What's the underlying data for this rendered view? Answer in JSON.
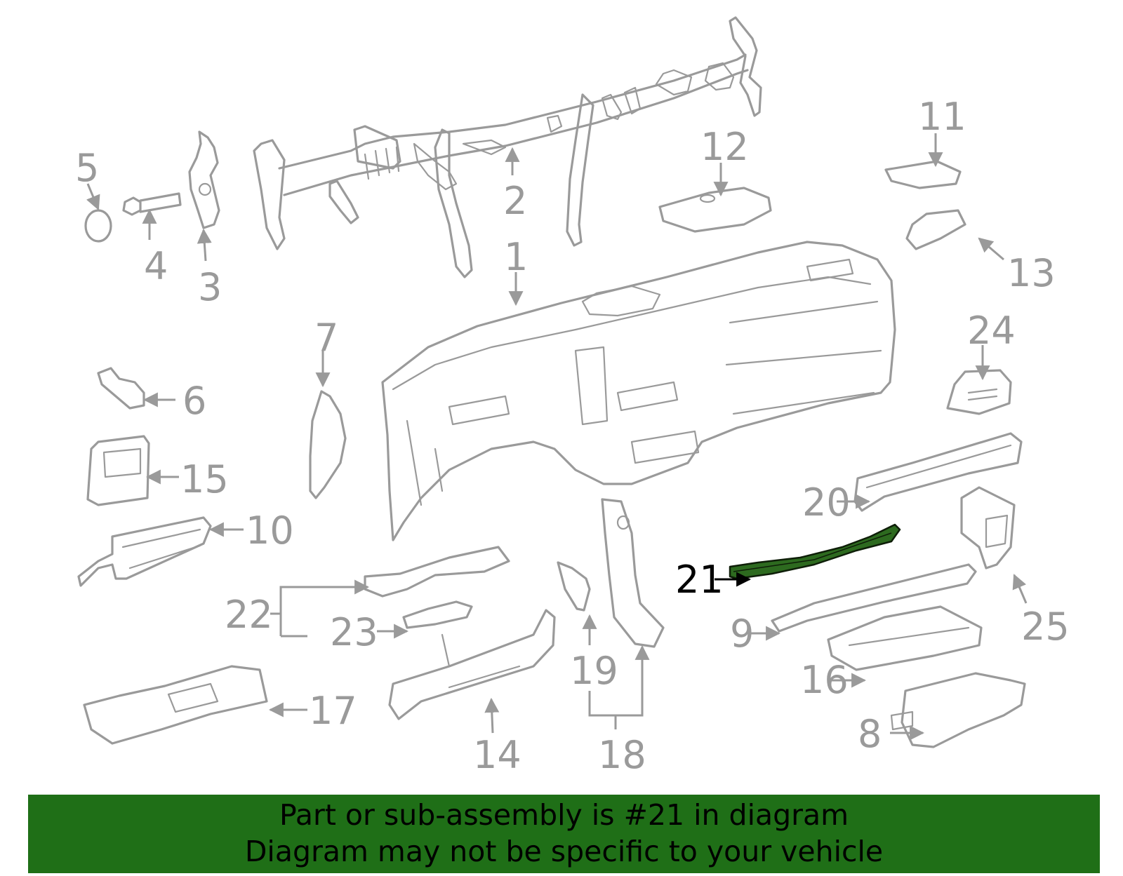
{
  "diagram": {
    "highlighted_part": "21",
    "colors": {
      "line_art": "#9a9a9a",
      "highlight_fill": "#2d6a1f",
      "banner": "#1f6f17",
      "banner_text": "#000000"
    },
    "callouts": {
      "c1": "1",
      "c2": "2",
      "c3": "3",
      "c4": "4",
      "c5": "5",
      "c6": "6",
      "c7": "7",
      "c8": "8",
      "c9": "9",
      "c10": "10",
      "c11": "11",
      "c12": "12",
      "c13": "13",
      "c14": "14",
      "c15": "15",
      "c16": "16",
      "c17": "17",
      "c18": "18",
      "c19": "19",
      "c20": "20",
      "c21": "21",
      "c22": "22",
      "c23": "23",
      "c24": "24",
      "c25": "25"
    }
  },
  "banner": {
    "line1": "Part or sub-assembly is #21 in diagram",
    "line2": "Diagram may not be specific to your vehicle"
  }
}
